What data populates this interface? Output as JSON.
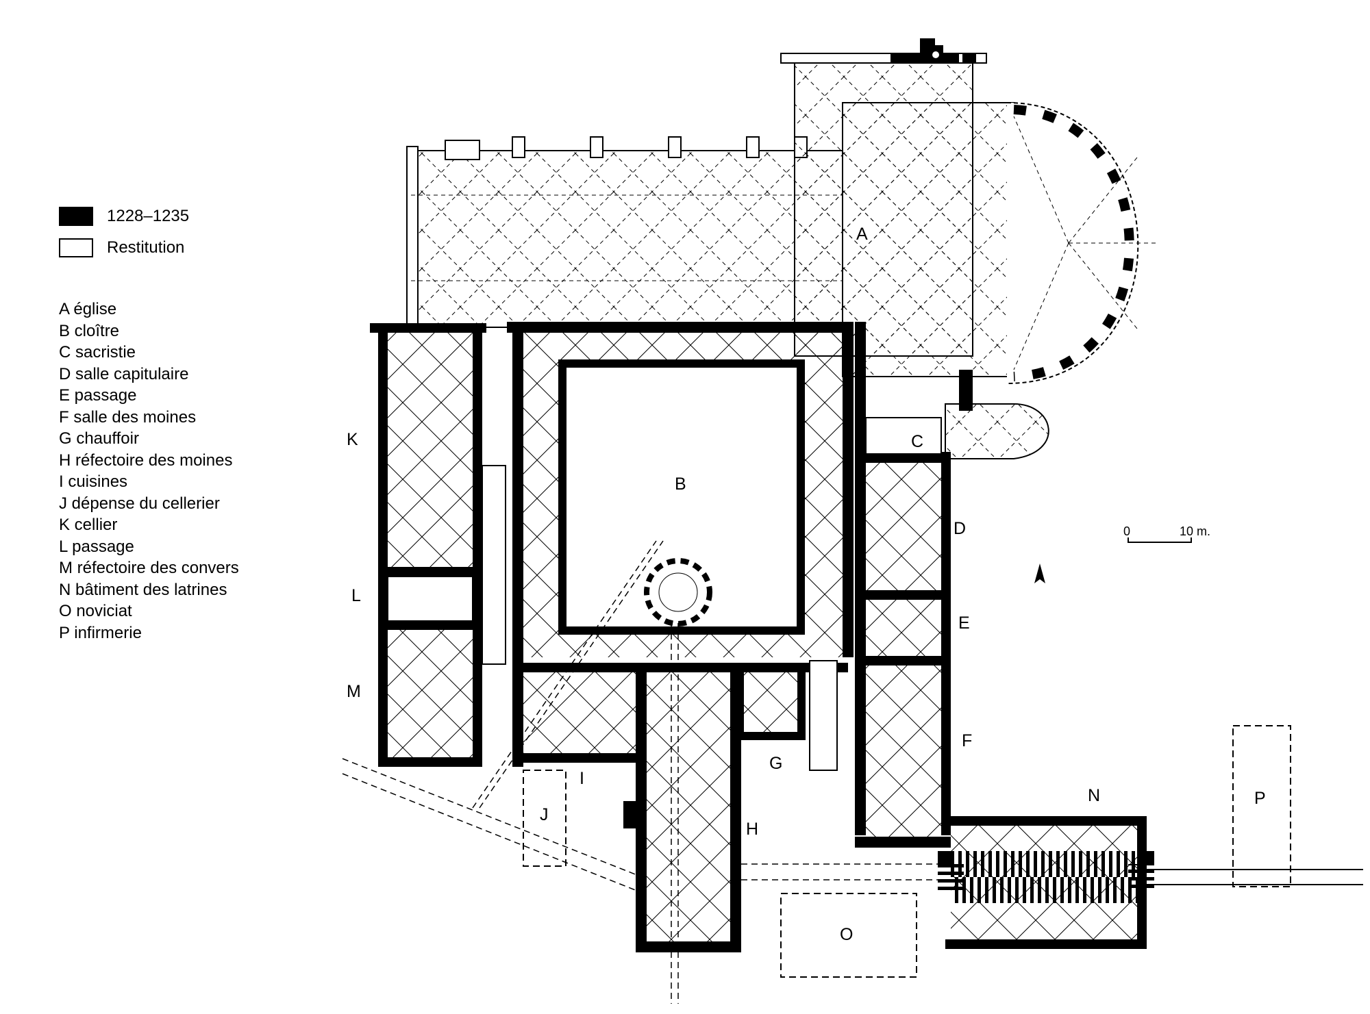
{
  "legend": {
    "solid_label": "1228–1235",
    "outline_label": "Restitution"
  },
  "key": [
    "A église",
    "B cloître",
    "C sacristie",
    "D salle capitulaire",
    "E passage",
    "F salle des moines",
    "G chauffoir",
    "H réfectoire des moines",
    "I cuisines",
    "J dépense du cellerier",
    "K cellier",
    "L passage",
    "M réfectoire des convers",
    "N bâtiment des latrines",
    "O noviciat",
    "P infirmerie"
  ],
  "plan_labels": {
    "A": "A",
    "B": "B",
    "C": "C",
    "D": "D",
    "E": "E",
    "F": "F",
    "G": "G",
    "H": "H",
    "I": "I",
    "J": "J",
    "K": "K",
    "L": "L",
    "M": "M",
    "N": "N",
    "O": "O",
    "P": "P"
  },
  "scale": {
    "start": "0",
    "end": "10 m."
  },
  "colors": {
    "ink": "#000000",
    "paper": "#ffffff"
  },
  "icons": {
    "north": "north-arrow-icon"
  }
}
